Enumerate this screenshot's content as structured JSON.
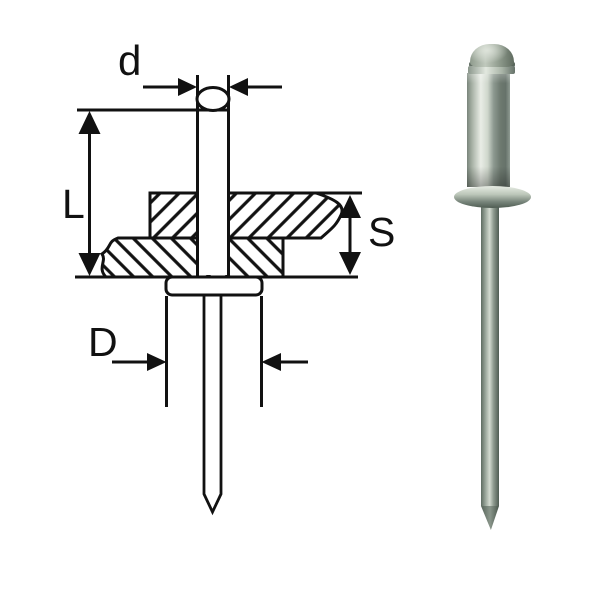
{
  "page": {
    "background": "#ffffff",
    "subject": "blind-rivet dimensional drawing with product photo"
  },
  "diagram": {
    "line_color": "#111111",
    "labels": {
      "body_diameter": "d",
      "rivet_length": "L",
      "grip_range": "S",
      "flange_diameter": "D"
    }
  },
  "photo": {
    "subject": "aluminium blind rivet with mandrel",
    "colors": {
      "metal_light": "#e9ede6",
      "metal_mid": "#9aa69b",
      "metal_dark": "#5e6b61"
    }
  }
}
